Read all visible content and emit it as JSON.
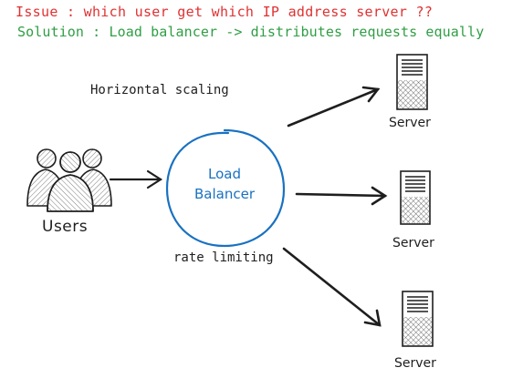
{
  "issue": "Issue : which user get which IP address server ??",
  "solution": "Solution : Load balancer -> distributes requests equally",
  "horizontal_scaling": "Horizontal scaling",
  "rate_limiting": "rate limiting",
  "users_label": "Users",
  "load_balancer": {
    "line1": "Load",
    "line2": "Balancer"
  },
  "servers": [
    {
      "label": "Server"
    },
    {
      "label": "Server"
    },
    {
      "label": "Server"
    }
  ],
  "colors": {
    "issue": "#e03131",
    "solution": "#2f9e44",
    "load_balancer": "#1971c2",
    "stroke": "#1e1e1e"
  }
}
